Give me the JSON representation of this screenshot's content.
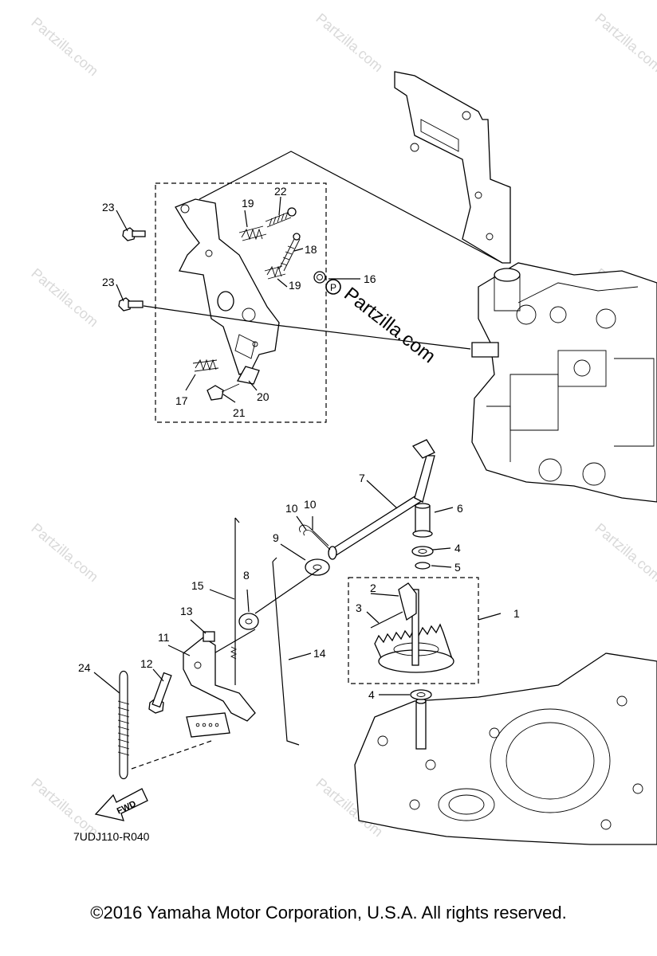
{
  "watermark_main": "Partzilla.com",
  "watermark_faint": "Partzilla.com",
  "diagram_code": "7UDJ110-R040",
  "fwd_label": "FWD",
  "copyright": "©2016  Yamaha Motor Corporation, U.S.A. All rights reserved.",
  "labels": {
    "p1": "1",
    "p2": "2",
    "p3": "3",
    "p4a": "4",
    "p4b": "4",
    "p5": "5",
    "p6": "6",
    "p7": "7",
    "p8": "8",
    "p9": "9",
    "p10a": "10",
    "p10b": "10",
    "p11": "11",
    "p12": "12",
    "p13": "13",
    "p14": "14",
    "p15": "15",
    "p16": "16",
    "p17": "17",
    "p18": "18",
    "p19a": "19",
    "p19b": "19",
    "p20": "20",
    "p21": "21",
    "p22": "22",
    "p23a": "23",
    "p23b": "23",
    "p24": "24"
  }
}
